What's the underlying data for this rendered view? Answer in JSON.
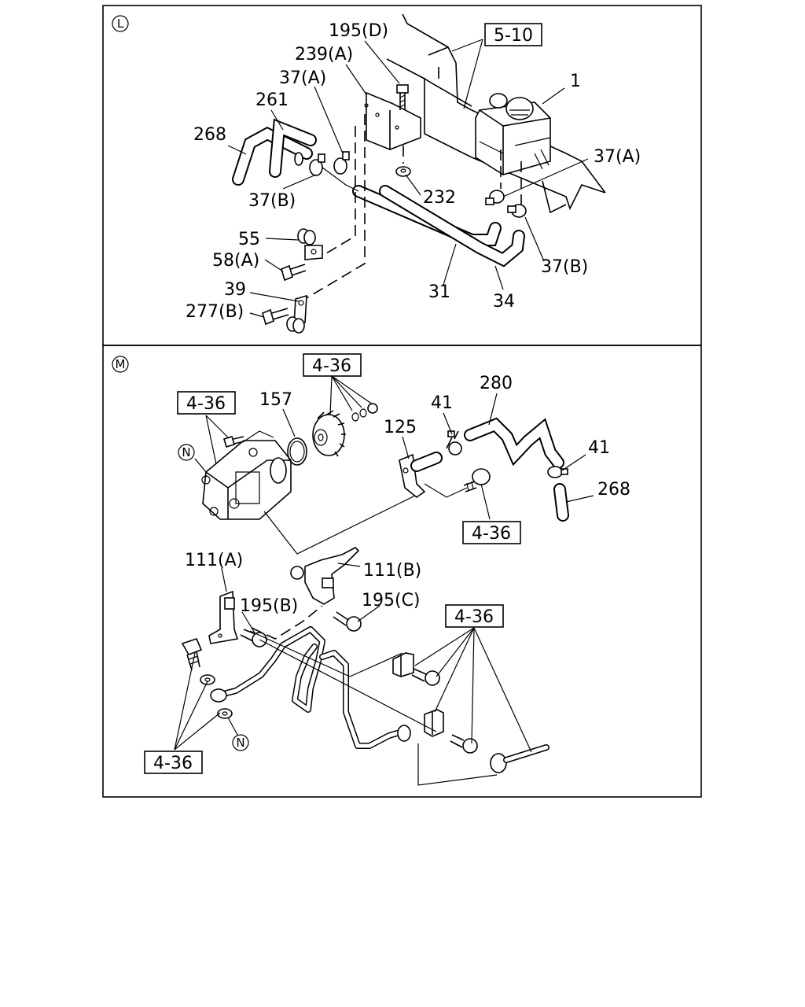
{
  "panels": [
    {
      "section": "L",
      "labels": {
        "l195d": "195(D)",
        "l239a": "239(A)",
        "l37a_top": "37(A)",
        "l261": "261",
        "l268": "268",
        "l37b_left": "37(B)",
        "l232": "232",
        "l1": "1",
        "l37a_right": "37(A)",
        "l37b_right": "37(B)",
        "l55": "55",
        "l58a": "58(A)",
        "l39": "39",
        "l277b": "277(B)",
        "l31": "31",
        "l34": "34"
      },
      "refs": {
        "r510": "5-10"
      }
    },
    {
      "section": "M",
      "labels": {
        "l157": "157",
        "l41_top": "41",
        "l280": "280",
        "l125": "125",
        "l41_right": "41",
        "l268": "268",
        "l111a": "111(A)",
        "l111b": "111(B)",
        "l195b": "195(B)",
        "l195c": "195(C)",
        "n1": "N",
        "n2": "N"
      },
      "refs": {
        "r436_top": "4-36",
        "r436_left": "4-36",
        "r436_mid": "4-36",
        "r436_right": "4-36",
        "r436_bottom": "4-36"
      }
    }
  ]
}
